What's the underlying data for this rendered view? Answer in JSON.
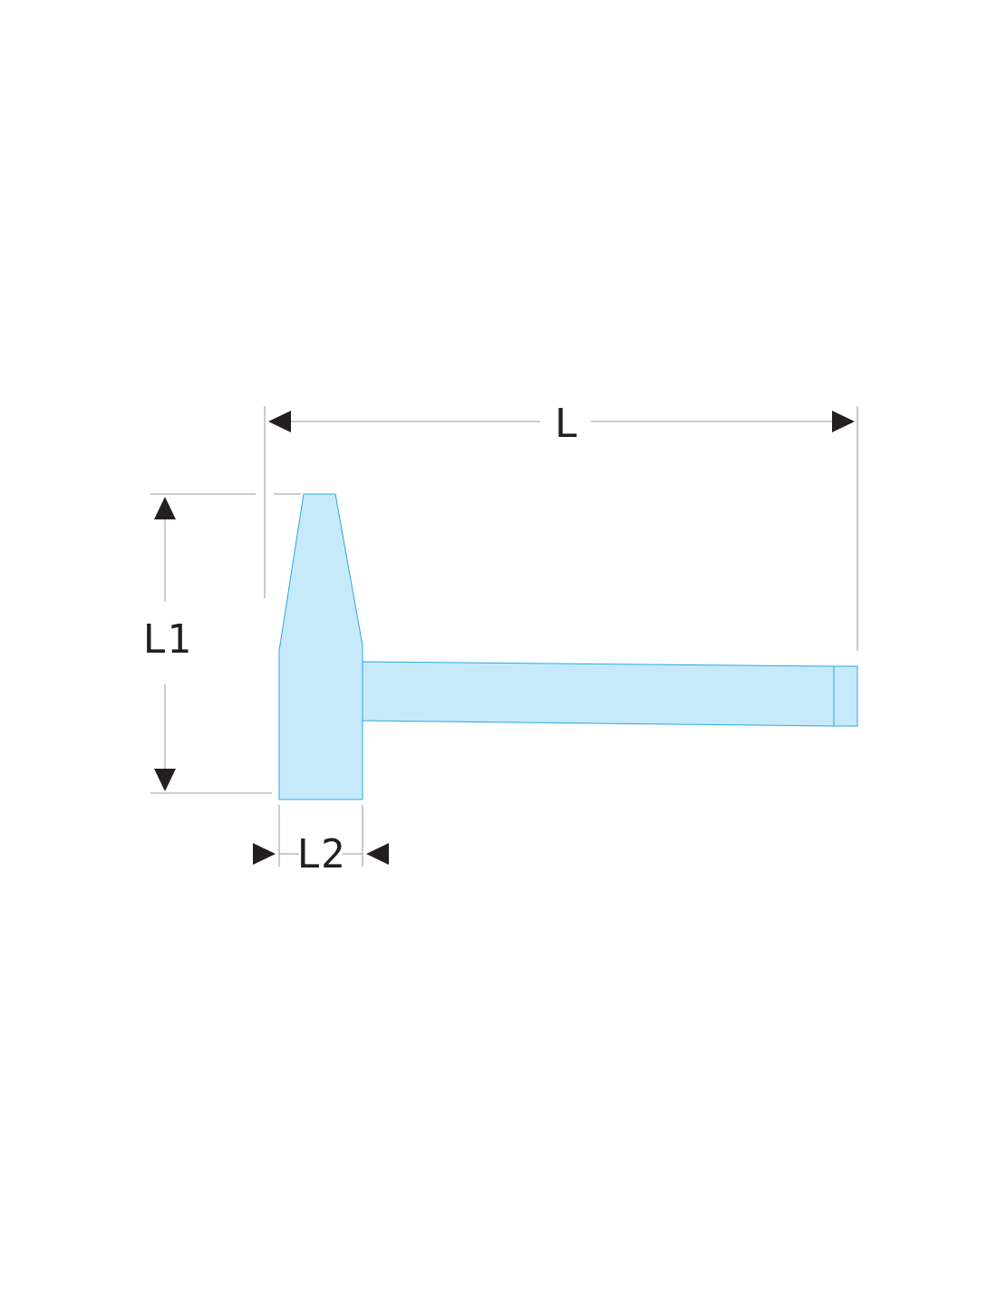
{
  "diagram": {
    "labels": {
      "length": "L",
      "head_height": "L1",
      "head_width": "L2"
    },
    "colors": {
      "fill": "#c7eafb",
      "outline": "#29a8e0",
      "dimension_arrow": "#231f20",
      "extension_line": "#9a9a9a"
    }
  }
}
